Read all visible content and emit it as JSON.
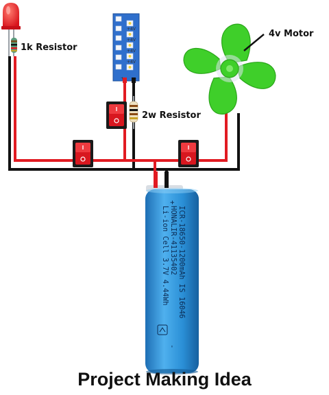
{
  "labels": {
    "resistor_1k": "1k Resistor",
    "resistor_2w": "2w Resistor",
    "motor": "4v Motor",
    "title": "Project Making Idea"
  },
  "battery": {
    "line1": "ICR-18650-1200mAh IS 16046",
    "line2": "HONALIR-41135402",
    "line3": "Li-ion Cell 3.7V 4.44Wh",
    "plus": "+",
    "minus": "-"
  },
  "led_strip": {
    "marks": [
      "+4V",
      "+4V",
      "+4V",
      "+4V"
    ],
    "bottom_left": "+",
    "bottom_right": "-"
  },
  "colors": {
    "wire_red": "#e11b22",
    "wire_black": "#111111",
    "switch_red": "#d8171f",
    "fan_green": "#3fcf2a",
    "battery_blue": "#2a8fd6",
    "led_strip_blue": "#2f6fcc"
  }
}
